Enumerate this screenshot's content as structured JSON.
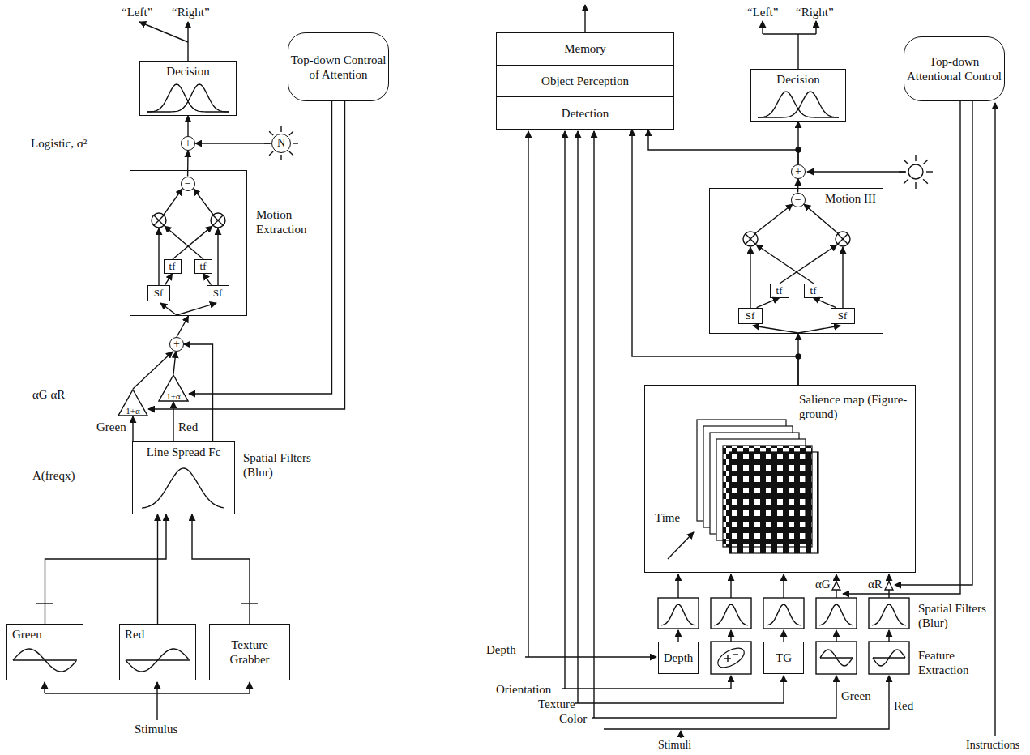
{
  "diagram": {
    "nodes": [
      {
        "text": [
          "Decision"
        ]
      },
      {
        "text": [
          "Top-down Controal of Attention"
        ]
      },
      {
        "text": [
          "+"
        ]
      },
      {
        "text": [
          "N"
        ]
      },
      {
        "text": [
          "Motion Extraction"
        ]
      },
      {
        "text": [
          "−"
        ],
        "in": 4
      },
      {
        "text": [
          "tf"
        ],
        "in": 4
      },
      {
        "text": [
          "tf"
        ],
        "in": 4
      },
      {
        "text": [
          "Sf"
        ],
        "in": 4
      },
      {
        "text": [
          "Sf"
        ],
        "in": 4
      },
      {
        "text": [
          "+"
        ]
      },
      {
        "text": [
          "1+α"
        ]
      },
      {
        "text": [
          "1+α"
        ]
      },
      {
        "text": [
          "Line Spread Fc"
        ]
      },
      {
        "text": [
          "Green"
        ]
      },
      {
        "text": [
          "Red"
        ]
      },
      {
        "text": [
          "Texture Grabber"
        ]
      },
      {
        "text": [
          "Memory",
          "Object Perception",
          "Detection"
        ]
      },
      {
        "text": [
          "Decision"
        ]
      },
      {
        "text": [
          "Top-down Attentional Control"
        ]
      },
      {
        "text": [
          "+"
        ]
      },
      {
        "text": [
          "Motion III"
        ]
      },
      {
        "text": [
          "−"
        ],
        "in": 21
      },
      {
        "text": [
          "tf"
        ],
        "in": 21
      },
      {
        "text": [
          "tf"
        ],
        "in": 21
      },
      {
        "text": [
          "Sf"
        ],
        "in": 21
      },
      {
        "text": [
          "Sf"
        ],
        "in": 21
      },
      {
        "text": [
          "Salience map (Figure-ground)",
          "Time"
        ]
      },
      {
        "text": [
          "Depth"
        ]
      },
      {
        "text": [
          "TG"
        ]
      }
    ],
    "edges": [
      {
        "from": 2,
        "to": 0,
        "arrow": "to"
      },
      {
        "from": 3,
        "to": 2,
        "arrow": "to"
      },
      {
        "from": 5,
        "to": 2,
        "arrow": "to"
      },
      {
        "from": 10,
        "to": 4,
        "arrow": "to"
      },
      {
        "from": 11,
        "to": 10,
        "arrow": "to"
      },
      {
        "from": 12,
        "to": 10,
        "arrow": "to"
      },
      {
        "from": 13,
        "to": 10,
        "arrow": "to"
      },
      {
        "from": 13,
        "to": 11,
        "label": "Green",
        "arrow": "to"
      },
      {
        "from": 13,
        "to": 12,
        "label": "Red",
        "arrow": "to"
      },
      {
        "from": 1,
        "to": 11,
        "arrow": "to"
      },
      {
        "from": 1,
        "to": 12,
        "arrow": "to"
      },
      {
        "from": 14,
        "to": 13,
        "arrow": "to"
      },
      {
        "from": 15,
        "to": 13,
        "arrow": "to"
      },
      {
        "from": 16,
        "to": 13,
        "arrow": "to"
      },
      {
        "from": 8,
        "to": 6,
        "arrow": "to"
      },
      {
        "from": 9,
        "to": 7,
        "arrow": "to"
      },
      {
        "from": 20,
        "to": 18,
        "arrow": "to"
      },
      {
        "from": 22,
        "to": 20,
        "arrow": "to"
      },
      {
        "from": 20,
        "to": 17,
        "arrow": "to"
      },
      {
        "from": 27,
        "to": 21,
        "arrow": "to"
      },
      {
        "from": 27,
        "to": 17,
        "arrow": "to"
      },
      {
        "from": 25,
        "to": 23,
        "arrow": "to"
      },
      {
        "from": 26,
        "to": 24,
        "arrow": "to"
      }
    ],
    "labels": [
      "“Left”",
      "“Right”",
      "Logistic, σ²",
      "αG αR",
      "A(freqx)",
      "Spatial Filters (Blur)",
      "Stimulus",
      "“Left”",
      "“Right”",
      "αG",
      "αR",
      "Spatial Filters (Blur)",
      "Feature Extraction",
      "Depth",
      "Orientation",
      "Texture",
      "Color",
      "Green",
      "Red",
      "Stimuli",
      "Instructions"
    ]
  }
}
